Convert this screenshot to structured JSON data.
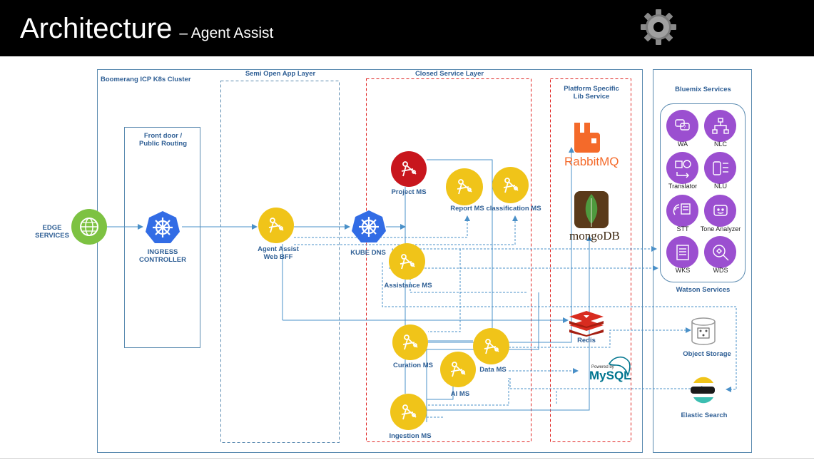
{
  "header": {
    "title": "Architecture",
    "subtitle": "– Agent Assist"
  },
  "labels": {
    "cluster": "Boomerang ICP K8s Cluster",
    "semi_open": "Semi Open App Layer",
    "closed": "Closed Service Layer",
    "platform": "Platform Specific\nLib Service",
    "bluemix": "Bluemix Services",
    "watson": "Watson Services",
    "front_door": "Front door /\nPublic Routing",
    "edge": "EDGE\nSERVICES",
    "ingress": "INGRESS\nCONTROLLER",
    "web_bff": "Agent Assist\nWeb BFF",
    "kube_dns": "KUBE DNS",
    "project_ms": "Project MS",
    "report_ms": "Report MS",
    "classification_ms": "classification MS",
    "assistance_ms": "Assistance MS",
    "curation_ms": "Curation MS",
    "data_ms": "Data MS",
    "ai_ms": "AI MS",
    "ingestion_ms": "Ingestion MS",
    "redis": "Redis",
    "object_storage": "Object Storage",
    "elastic": "Elastic Search"
  },
  "watson_services": [
    {
      "label": "WA",
      "icon": "chat-bubbles-icon"
    },
    {
      "label": "NLC",
      "icon": "hierarchy-icon"
    },
    {
      "label": "Translator",
      "icon": "translate-icon"
    },
    {
      "label": "NLU",
      "icon": "nlu-icon"
    },
    {
      "label": "STT",
      "icon": "speech-to-text-icon"
    },
    {
      "label": "Tone Analyzer",
      "icon": "tone-analyzer-icon"
    },
    {
      "label": "WKS",
      "icon": "knowledge-studio-icon"
    },
    {
      "label": "WDS",
      "icon": "discovery-icon"
    }
  ],
  "logos": {
    "rabbitmq": "RabbitMQ",
    "mongodb": "mongoDB",
    "mysql_small": "Powered by",
    "mysql": "MySQL"
  },
  "colors": {
    "header_bg": "#000000",
    "label_blue": "#2f5f95",
    "line_blue": "#4a90c8",
    "box_border": "#5a8ab0",
    "closed_border": "#e0201e",
    "ms_yellow": "#f0c419",
    "project_red": "#c8161d",
    "k8s_blue": "#326ce5",
    "edge_green": "#7dc242",
    "watson_purple": "#9b4fd0",
    "rabbit_orange": "#f46a2a",
    "redis_red": "#d82c20",
    "mongo_green": "#4e9a3e",
    "elastic_teal": "#3cbeb1"
  }
}
